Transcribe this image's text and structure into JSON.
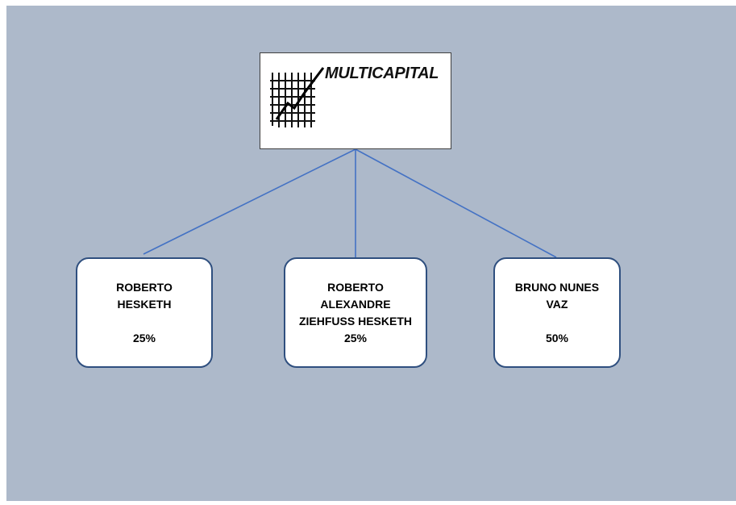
{
  "logo": {
    "text": "MULTICAPITAL",
    "icon": "grid-chart-icon"
  },
  "shareholders": [
    {
      "name": "ROBERTO\nHESKETH",
      "share": "25%"
    },
    {
      "name": "ROBERTO\nALEXANDRE\nZIEHFUSS HESKETH",
      "share": "25%"
    },
    {
      "name": "BRUNO NUNES\nVAZ",
      "share": "50%"
    }
  ],
  "colors": {
    "background": "#adb9ca",
    "connector": "#4472c4",
    "node_border": "#2f4f7f"
  }
}
